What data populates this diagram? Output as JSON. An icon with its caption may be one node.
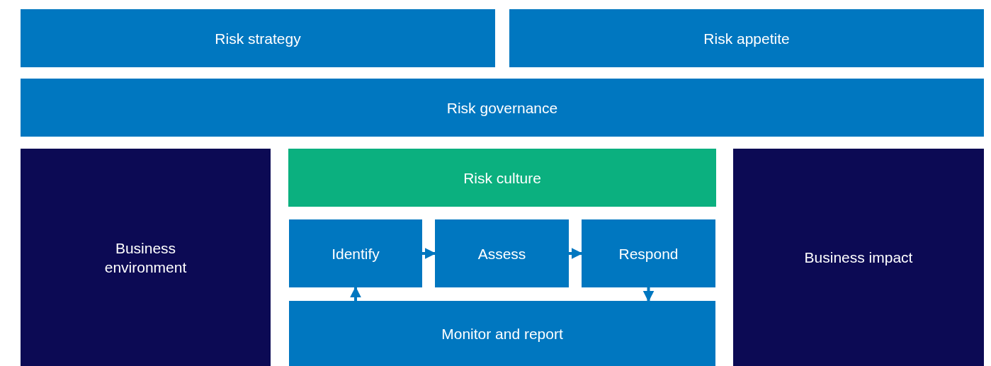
{
  "diagram": {
    "nodes": [
      {
        "text": [
          "Risk strategy"
        ]
      },
      {
        "text": [
          "Risk appetite"
        ]
      },
      {
        "text": [
          "Risk governance"
        ]
      },
      {
        "text": [
          "Business environment"
        ]
      },
      {
        "text": [
          "Risk culture"
        ]
      },
      {
        "text": [
          "Identify"
        ]
      },
      {
        "text": [
          "Assess"
        ]
      },
      {
        "text": [
          "Respond"
        ]
      },
      {
        "text": [
          "Monitor and report"
        ]
      },
      {
        "text": [
          "Business impact"
        ]
      }
    ],
    "edges": [
      {
        "from": 5,
        "to": 6,
        "arrow": "to"
      },
      {
        "from": 6,
        "to": 7,
        "arrow": "to"
      },
      {
        "from": 7,
        "to": 8,
        "arrow": "to"
      },
      {
        "from": 8,
        "to": 5,
        "arrow": "to"
      }
    ]
  }
}
